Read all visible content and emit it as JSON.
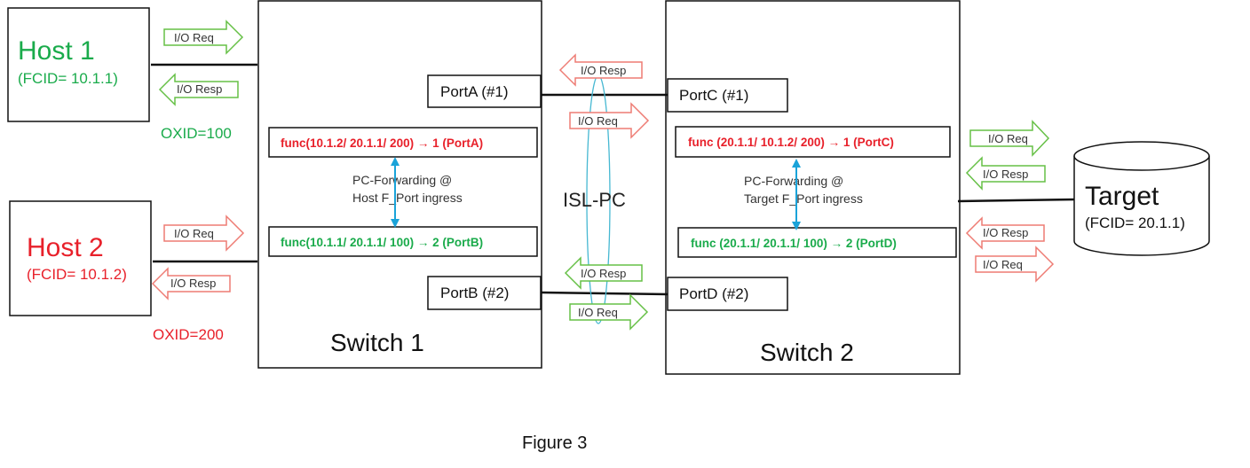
{
  "colors": {
    "green": "#1aab4b",
    "red": "#e8202a",
    "black": "#111111",
    "blue_arrow": "#1aa3d9",
    "ellipse": "#46b8d2",
    "green_arrow_fill": "#ffffff",
    "green_arrow_stroke": "#66c046",
    "red_arrow_stroke": "#ee7c74"
  },
  "host1": {
    "title": "Host 1",
    "fcid": "(FCID= 10.1.1)",
    "oxid": "OXID=100"
  },
  "host2": {
    "title": "Host 2",
    "fcid": "(FCID= 10.1.2)",
    "oxid": "OXID=200"
  },
  "target": {
    "title": "Target",
    "fcid": "(FCID= 20.1.1)"
  },
  "switch1": {
    "title": "Switch 1",
    "port_a": "PortA (#1)",
    "port_b": "PortB (#2)",
    "func_top": "func(10.1.2/ 20.1.1/ 200) → 1 (PortA)",
    "func_bottom": "func(10.1.1/ 20.1.1/ 100) → 2 (PortB)",
    "pc_line1": "PC-Forwarding @",
    "pc_line2": "Host F_Port ingress"
  },
  "switch2": {
    "title": "Switch 2",
    "port_c": "PortC (#1)",
    "port_d": "PortD (#2)",
    "func_top": "func (20.1.1/ 10.1.2/ 200) → 1 (PortC)",
    "func_bottom": "func (20.1.1/ 20.1.1/ 100) → 2 (PortD)",
    "pc_line1": "PC-Forwarding @",
    "pc_line2": "Target F_Port ingress"
  },
  "isl_label": "ISL-PC",
  "arrows": {
    "req": "I/O Req",
    "resp": "I/O Resp"
  },
  "caption": "Figure 3"
}
